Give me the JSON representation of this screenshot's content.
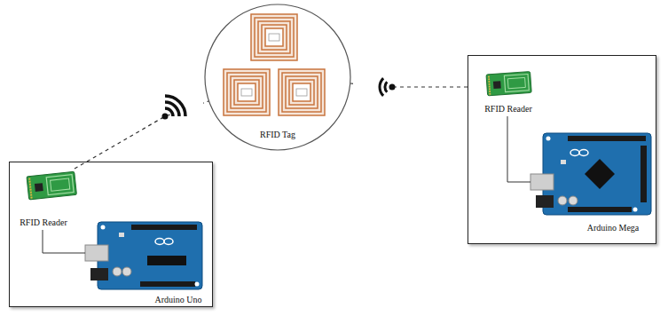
{
  "diagram": {
    "nodes": [
      {
        "text": [
          "RFID Reader",
          "Arduino Uno"
        ]
      },
      {
        "text": [
          "RFID Tag"
        ]
      },
      {
        "text": [
          "RFID Reader",
          "Arduino Mega"
        ]
      }
    ],
    "edges": [
      {
        "from": 0,
        "to": 1,
        "arrow": "none"
      },
      {
        "from": 2,
        "to": 1,
        "arrow": "none"
      }
    ]
  }
}
